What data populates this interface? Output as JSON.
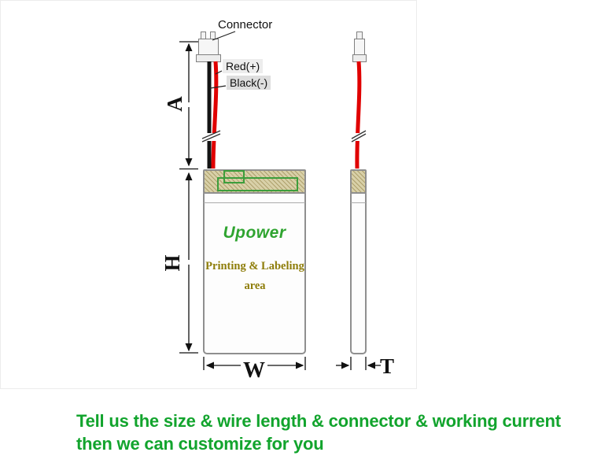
{
  "callouts": {
    "connector": "Connector",
    "red_wire": "Red(+)",
    "black_wire": "Black(-)"
  },
  "dimensions": {
    "wire_length_label": "A",
    "height_label": "H",
    "width_label": "W",
    "thickness_label": "T"
  },
  "battery": {
    "brand": "Upower",
    "printing_area_line1": "Printing & Labeling",
    "printing_area_line2": "area"
  },
  "footer": {
    "line1": "Tell us the size & wire length & connector & working current",
    "line2": "then we can customize for you"
  },
  "colors": {
    "footer_green": "#12a42d",
    "brand_green": "#2fa430",
    "printing_olive": "#8e7d0a",
    "wire_red": "#e00000",
    "wire_black": "#141414",
    "seal_tan": "#d8d0a8",
    "pcb_green": "#3c9e3c"
  }
}
